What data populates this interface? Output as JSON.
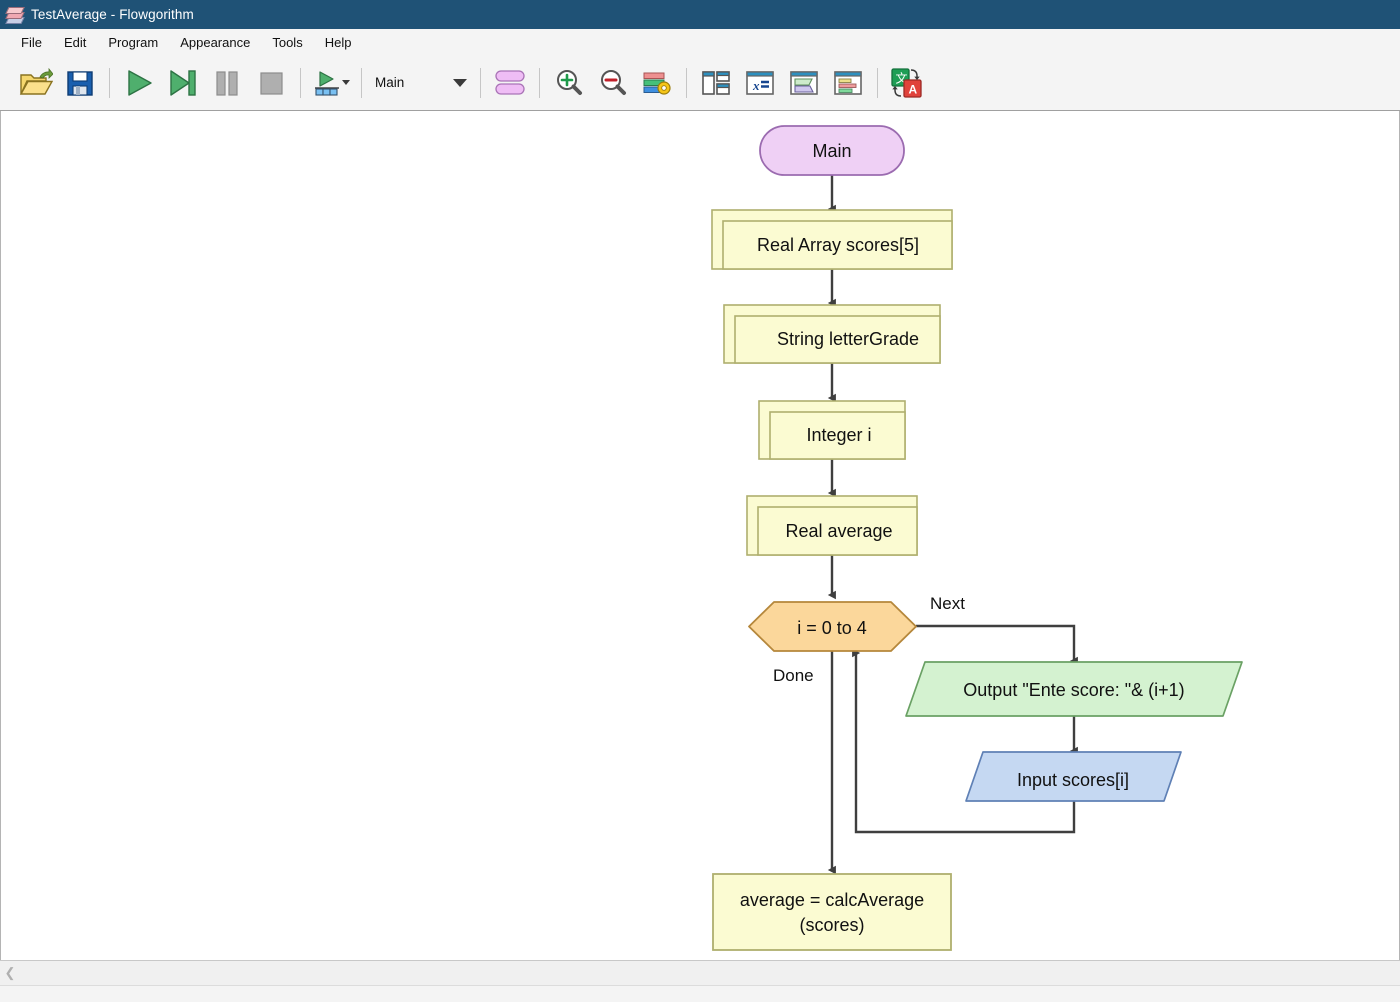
{
  "window": {
    "title": "TestAverage - Flowgorithm",
    "app_icon": "flowgorithm-layers-icon"
  },
  "menubar": {
    "items": [
      {
        "label": "File"
      },
      {
        "label": "Edit"
      },
      {
        "label": "Program"
      },
      {
        "label": "Appearance"
      },
      {
        "label": "Tools"
      },
      {
        "label": "Help"
      }
    ]
  },
  "toolbar": {
    "buttons": [
      {
        "name": "open-file-button",
        "icon": "open-folder-icon",
        "tooltip": "Open"
      },
      {
        "name": "save-file-button",
        "icon": "floppy-disk-save-icon",
        "tooltip": "Save"
      },
      {
        "name": "run-button",
        "icon": "play-triangle-icon",
        "tooltip": "Run"
      },
      {
        "name": "step-button",
        "icon": "step-forward-icon",
        "tooltip": "Step"
      },
      {
        "name": "pause-button",
        "icon": "pause-bars-icon",
        "tooltip": "Pause"
      },
      {
        "name": "stop-button",
        "icon": "stop-square-icon",
        "tooltip": "Stop"
      },
      {
        "name": "generate-code-button",
        "icon": "run-with-code-icon",
        "tooltip": "Generate Code"
      },
      {
        "name": "zoom-shapes-button",
        "icon": "two-ovals-icon",
        "tooltip": "Shape Size"
      },
      {
        "name": "zoom-in-button",
        "icon": "magnifier-plus-icon",
        "tooltip": "Zoom In"
      },
      {
        "name": "zoom-out-button",
        "icon": "magnifier-minus-icon",
        "tooltip": "Zoom Out"
      },
      {
        "name": "chart-settings-button",
        "icon": "bars-gear-icon",
        "tooltip": "Settings"
      },
      {
        "name": "split-view-button",
        "icon": "panel-split-icon",
        "tooltip": "Split View"
      },
      {
        "name": "variable-watch-button",
        "icon": "x-equals-window-icon",
        "tooltip": "Variable Watch"
      },
      {
        "name": "console-window-button",
        "icon": "console-window-icon",
        "tooltip": "Console"
      },
      {
        "name": "chart-window-button",
        "icon": "bar-chart-window-icon",
        "tooltip": "Chart"
      },
      {
        "name": "translate-button",
        "icon": "translate-language-icon",
        "tooltip": "Language"
      }
    ],
    "function_select": {
      "label": "Main",
      "name": "function-dropdown"
    }
  },
  "flowchart": {
    "nodes": [
      {
        "id": "main",
        "type": "terminal",
        "text": "Main",
        "fill": "#EFD0F5",
        "stroke": "#9B6BB0"
      },
      {
        "id": "decl1",
        "type": "declaration",
        "text": "Real Array scores[5]",
        "fill": "#FBFBD2",
        "stroke": "#AFAF6E"
      },
      {
        "id": "decl2",
        "type": "declaration",
        "text": "String letterGrade",
        "fill": "#FBFBD2",
        "stroke": "#AFAF6E"
      },
      {
        "id": "decl3",
        "type": "declaration",
        "text": "Integer i",
        "fill": "#FBFBD2",
        "stroke": "#AFAF6E"
      },
      {
        "id": "decl4",
        "type": "declaration",
        "text": "Real average",
        "fill": "#FBFBD2",
        "stroke": "#AFAF6E"
      },
      {
        "id": "forloop",
        "type": "for-loop",
        "text": "i = 0 to 4",
        "fill": "#FBD79B",
        "stroke": "#B5873B"
      },
      {
        "id": "output1",
        "type": "output",
        "text": "Output \"Ente score: \"& (i+1)",
        "fill": "#D4F2D0",
        "stroke": "#6AA164"
      },
      {
        "id": "input1",
        "type": "input",
        "text": "Input scores[i]",
        "fill": "#C5D8F2",
        "stroke": "#5F80B5"
      },
      {
        "id": "assign1",
        "type": "assignment",
        "text_line1": "average = calcAverage",
        "text_line2": "(scores)",
        "fill": "#FBFBD2",
        "stroke": "#AFAF6E"
      }
    ],
    "edge_labels": {
      "next": "Next",
      "done": "Done"
    },
    "connector_color": "#3f3f3f"
  },
  "scrollbar": {
    "left_arrow": "chevron-left-icon"
  }
}
